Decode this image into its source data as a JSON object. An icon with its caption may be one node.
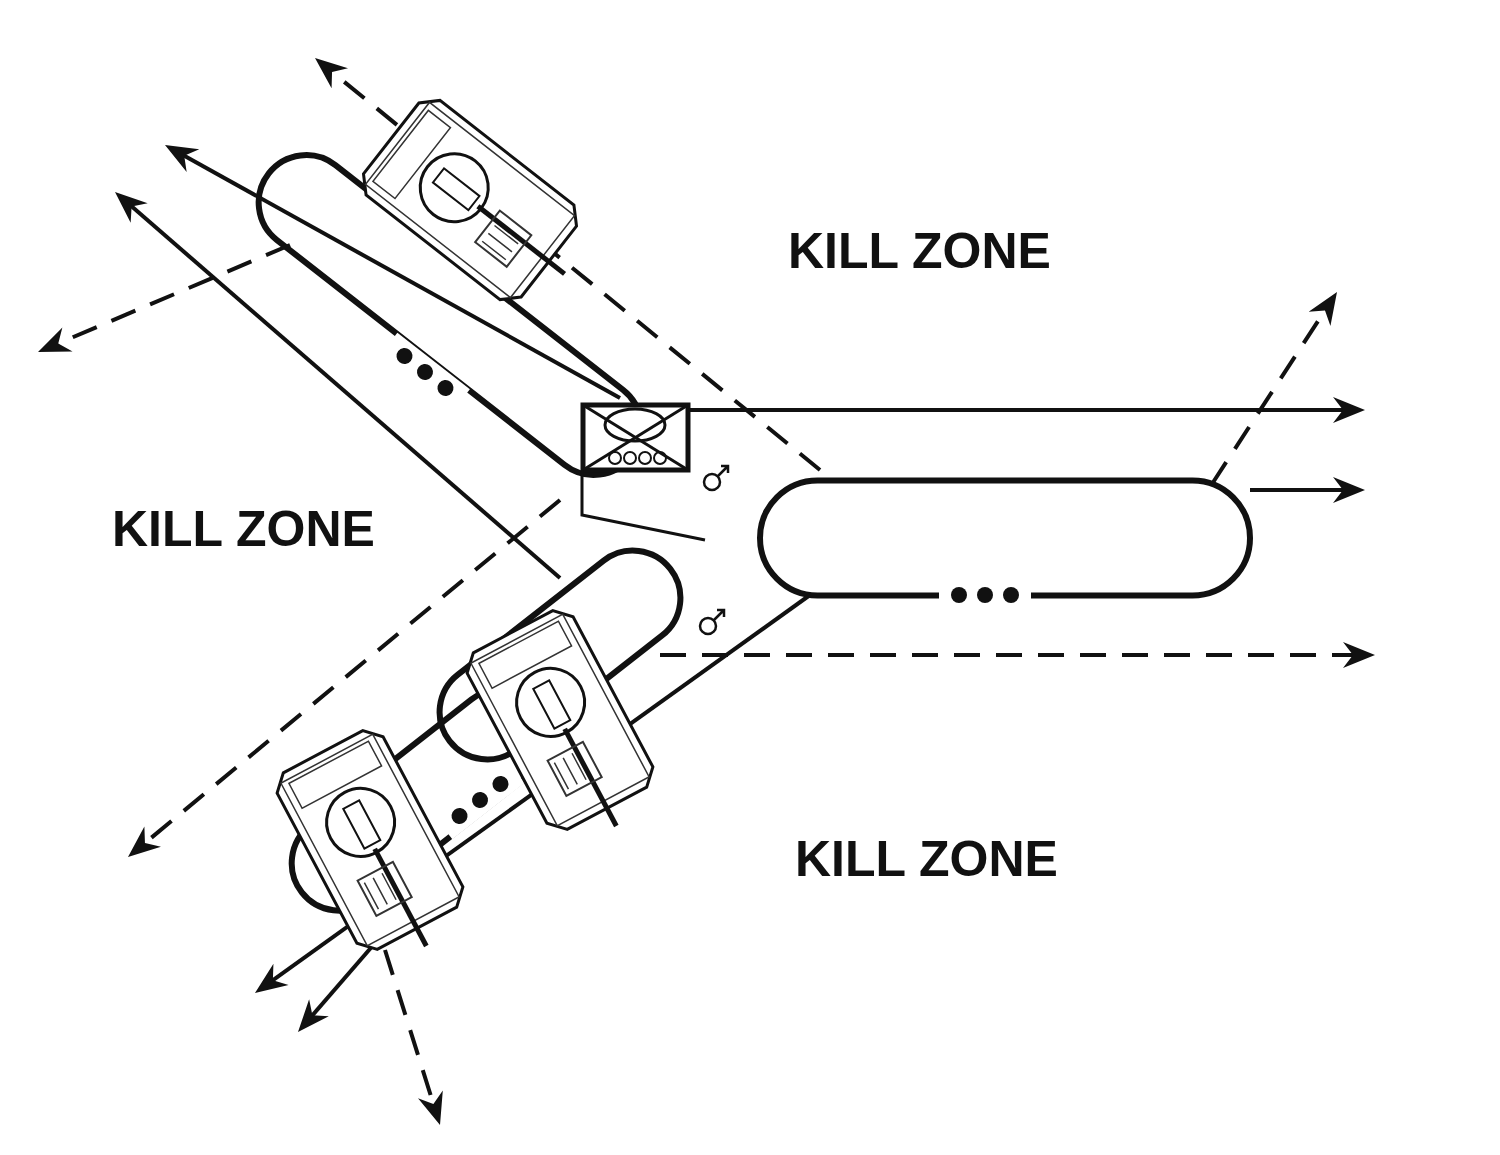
{
  "diagram": {
    "labels": [
      "KILL ZONE",
      "KILL ZONE",
      "KILL ZONE"
    ]
  }
}
